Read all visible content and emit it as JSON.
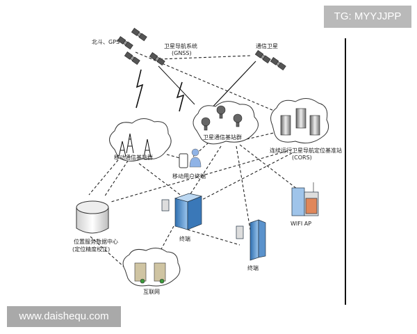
{
  "labels": {
    "beidou": "北斗、GPS",
    "gnss": "卫星导航系统",
    "gnss_abbr": "(GNSS)",
    "comm_sat": "通信卫星",
    "sat_base": "卫星通信基站群",
    "mobile_base": "移动通信基站群",
    "cors": "连续运行卫星导航定位基准站",
    "cors_abbr": "(CORS)",
    "mobile_user": "移动用户终端",
    "data_center": "位置服务数据中心",
    "data_center_sub": "(定位精度校正)",
    "wifi": "WIFI AP",
    "terminal1": "终端",
    "terminal2": "终端",
    "internet": "互联网"
  },
  "watermarks": {
    "tg": "TG: MYYJJPP",
    "site": "www.daishequ.com"
  },
  "colors": {
    "line": "#222222",
    "cloud_stroke": "#333333",
    "building_blue": "#4a8fd0",
    "satellite_gray": "#555555"
  }
}
